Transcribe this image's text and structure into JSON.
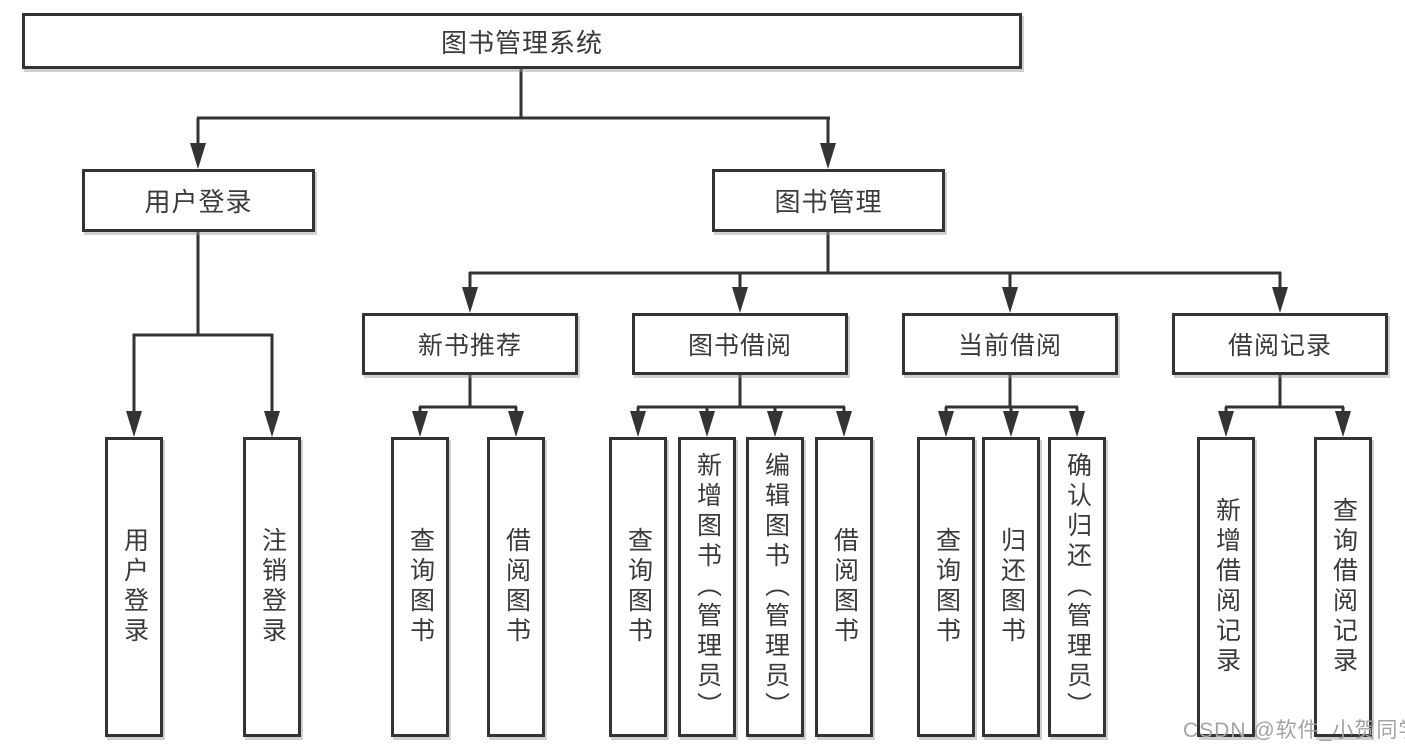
{
  "diagram_title": "图书管理系统",
  "tree": {
    "label": "图书管理系统",
    "children": [
      {
        "label": "用户登录",
        "children": [
          {
            "label": "用户登录"
          },
          {
            "label": "注销登录"
          }
        ]
      },
      {
        "label": "图书管理",
        "children": [
          {
            "label": "新书推荐",
            "children": [
              {
                "label": "查询图书"
              },
              {
                "label": "借阅图书"
              }
            ]
          },
          {
            "label": "图书借阅",
            "children": [
              {
                "label": "查询图书"
              },
              {
                "label": "新增图书（管理员）"
              },
              {
                "label": "编辑图书（管理员）"
              },
              {
                "label": "借阅图书"
              }
            ]
          },
          {
            "label": "当前借阅",
            "children": [
              {
                "label": "查询图书"
              },
              {
                "label": "归还图书"
              },
              {
                "label": "确认归还（管理员）"
              }
            ]
          },
          {
            "label": "借阅记录",
            "children": [
              {
                "label": "新增借阅记录"
              },
              {
                "label": "查询借阅记录"
              }
            ]
          }
        ]
      }
    ]
  },
  "watermark": {
    "text": "CSDN @软件_小贺同学"
  },
  "colors": {
    "line": "#333333",
    "text": "#3a3a3a",
    "watermark": "#a3a3a3",
    "background": "#ffffff"
  }
}
